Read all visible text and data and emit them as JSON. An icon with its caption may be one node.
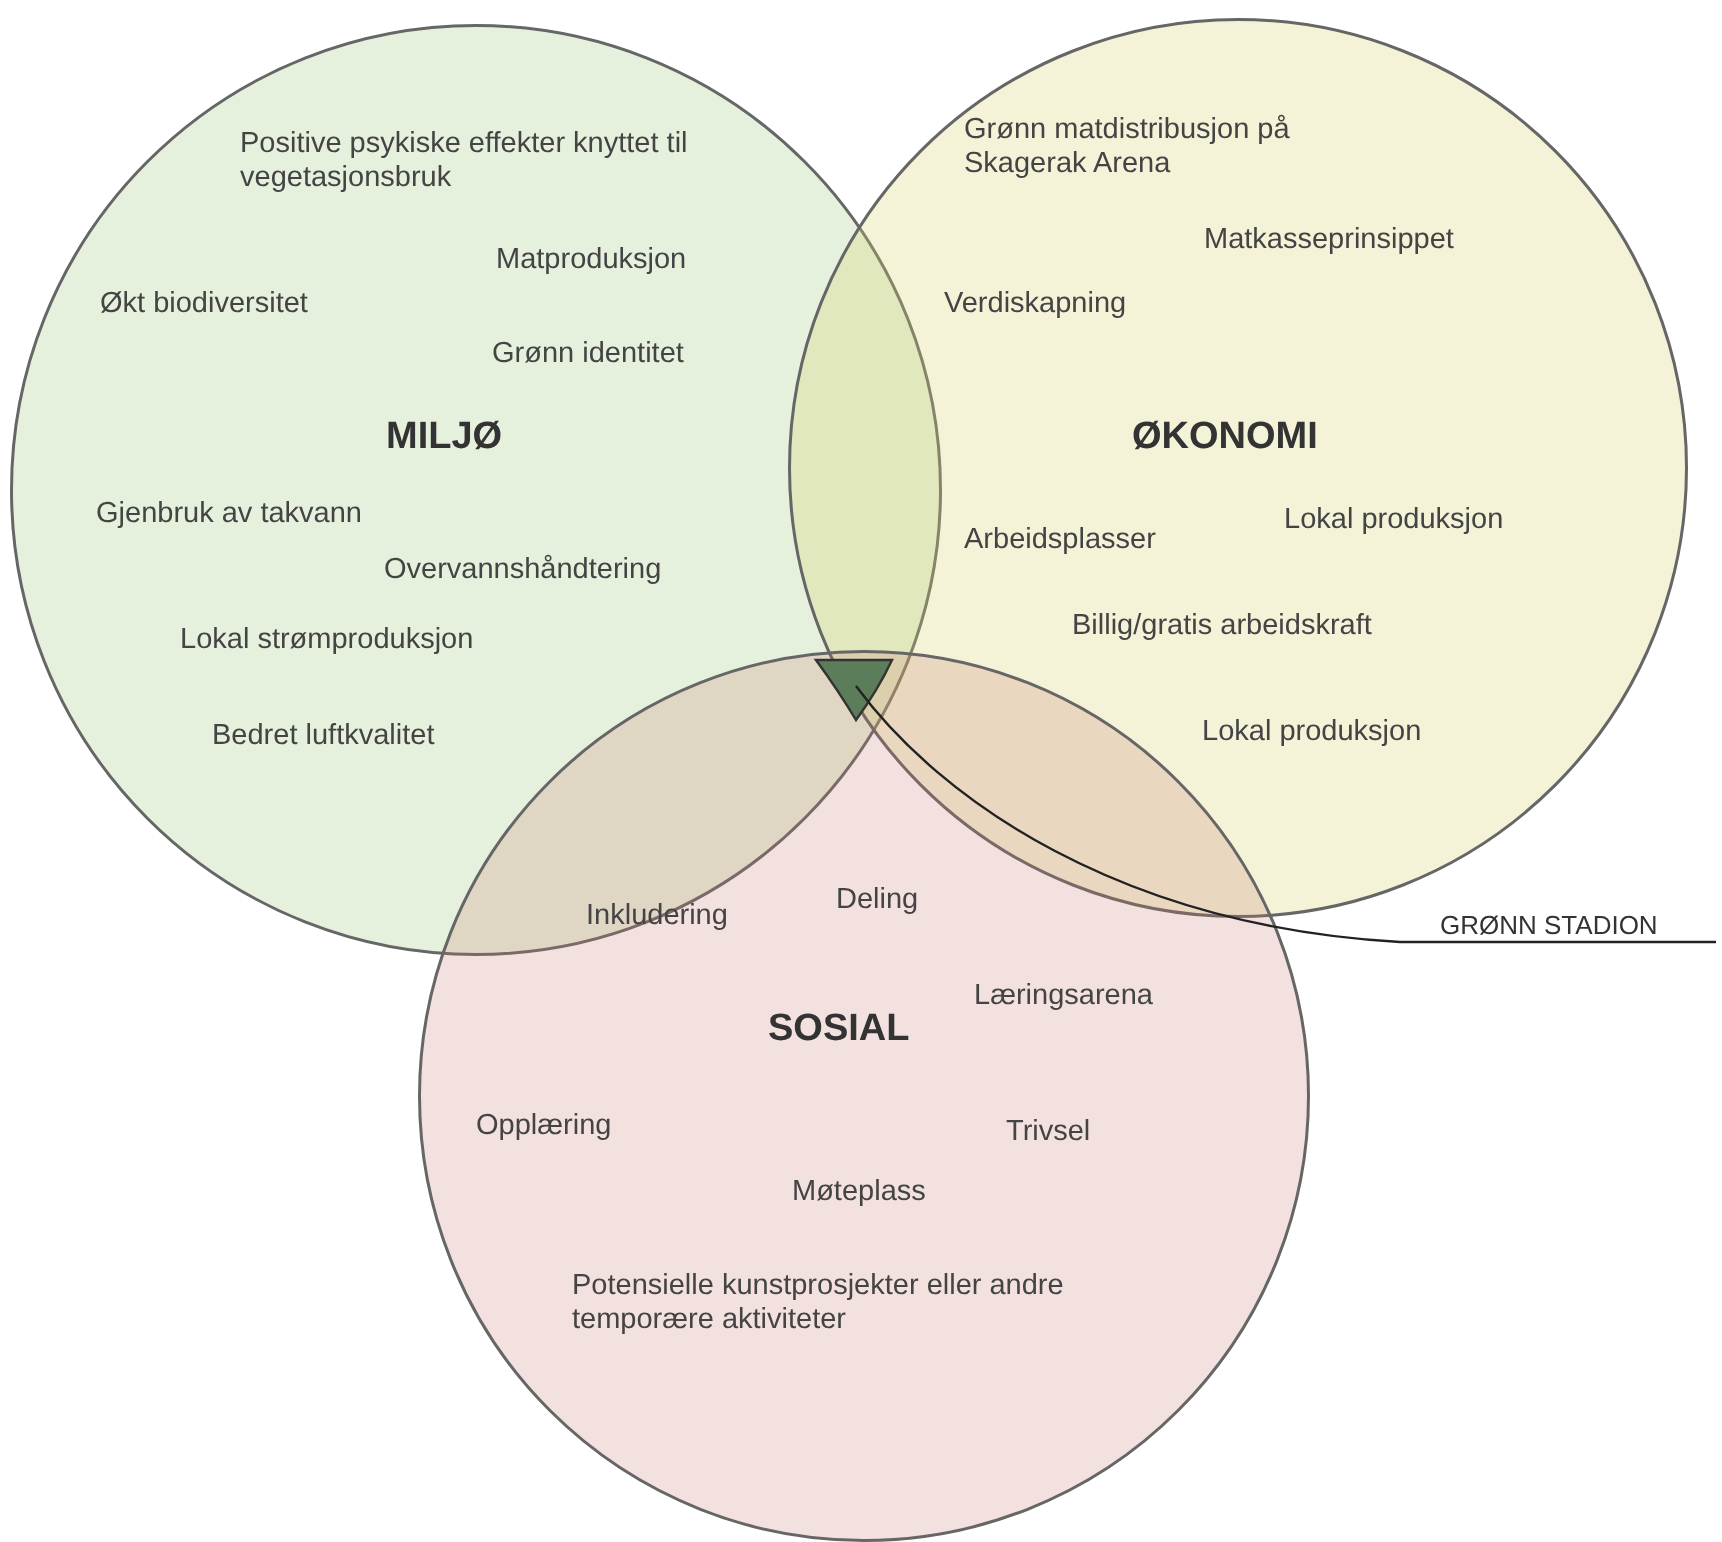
{
  "diagram": {
    "nodes": [
      {
        "text": [
          "Positive psykiske effekter knyttet til vegetasjonsbruk",
          "Matproduksjon",
          "Økt biodiversitet",
          "Grønn identitet",
          "MILJØ",
          "Gjenbruk av takvann",
          "Overvannshåndtering",
          "Lokal strømproduksjon",
          "Bedret luftkvalitet"
        ]
      },
      {
        "text": [
          "Grønn matdistribusjon på Skagerak Arena",
          "Matkasseprinsippet",
          "Verdiskapning",
          "ØKONOMI",
          "Lokal produksjon",
          "Arbeidsplasser",
          "Billig/gratis arbeidskraft",
          "Lokal produksjon"
        ]
      },
      {
        "text": [
          "Deling",
          "Inkludering",
          "Læringsarena",
          "SOSIAL",
          "Opplæring",
          "Trivsel",
          "Møteplass",
          "Potensielle kunstprosjekter eller andre temporære aktiviteter"
        ]
      },
      {
        "text": [],
        "shape": "triangle"
      },
      {
        "text": [
          "GRØNN STADION"
        ]
      }
    ],
    "edges": [
      {
        "from": 4,
        "to": 3,
        "arrow": "none"
      }
    ]
  }
}
